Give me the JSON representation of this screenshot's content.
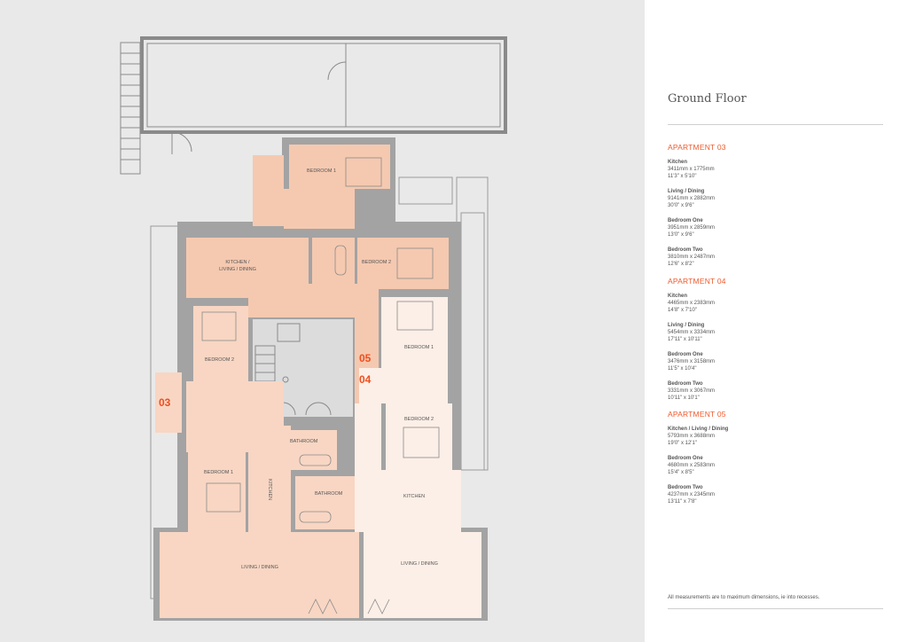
{
  "panel": {
    "title": "Ground Floor",
    "apartments": [
      {
        "name": "APARTMENT 03",
        "rooms": [
          {
            "name": "Kitchen",
            "metric": "3411mm x 1775mm",
            "imperial": "11'3\" x 5'10\""
          },
          {
            "name": "Living / Dining",
            "metric": "9141mm x 2882mm",
            "imperial": "30'0\" x 9'6\""
          },
          {
            "name": "Bedroom One",
            "metric": "3951mm x 2859mm",
            "imperial": "13'0\" x 9'6\""
          },
          {
            "name": "Bedroom Two",
            "metric": "3810mm x 2487mm",
            "imperial": "12'6\" x 8'2\""
          }
        ]
      },
      {
        "name": "APARTMENT 04",
        "rooms": [
          {
            "name": "Kitchen",
            "metric": "4465mm x 2383mm",
            "imperial": "14'8\" x 7'10\""
          },
          {
            "name": "Living / Dining",
            "metric": "5454mm x 3334mm",
            "imperial": "17'11\" x 10'11\""
          },
          {
            "name": "Bedroom One",
            "metric": "3476mm x 3158mm",
            "imperial": "11'5\" x 10'4\""
          },
          {
            "name": "Bedroom Two",
            "metric": "3331mm x 3067mm",
            "imperial": "10'11\" x 10'1\""
          }
        ]
      },
      {
        "name": "APARTMENT 05",
        "rooms": [
          {
            "name": "Kitchen / Living / Dining",
            "metric": "5793mm x 3688mm",
            "imperial": "19'0\" x 12'1\""
          },
          {
            "name": "Bedroom One",
            "metric": "4680mm x 2583mm",
            "imperial": "15'4\" x 8'5\""
          },
          {
            "name": "Bedroom Two",
            "metric": "4237mm x 2345mm",
            "imperial": "13'11\" x 7'8\""
          }
        ]
      }
    ],
    "note": "All measurements are to maximum dimensions, ie into recesses."
  },
  "plan": {
    "labels": {
      "a05_bed1": "BEDROOM 1",
      "a05_kld_1": "KITCHEN /",
      "a05_kld_2": "LIVING / DINING",
      "a05_bed2": "BEDROOM 2",
      "a03_bed2": "BEDROOM 2",
      "a03_bed1": "BEDROOM 1",
      "a03_kitchen": "KITCHEN",
      "bathroom_a": "BATHROOM",
      "bathroom_b": "BATHROOM",
      "a03_living": "LIVING / DINING",
      "a04_bed1": "BEDROOM 1",
      "a04_bed2": "BEDROOM 2",
      "a04_kitchen": "KITCHEN",
      "a04_living": "LIVING / DINING"
    },
    "numbers": {
      "a03": "03",
      "a04": "04",
      "a05": "05"
    },
    "colors": {
      "a05": "#f5c9b0",
      "a03": "#f8d6c3",
      "a04": "#fcefe7",
      "wall": "#a3a3a3",
      "core": "#dcdcdc"
    }
  }
}
